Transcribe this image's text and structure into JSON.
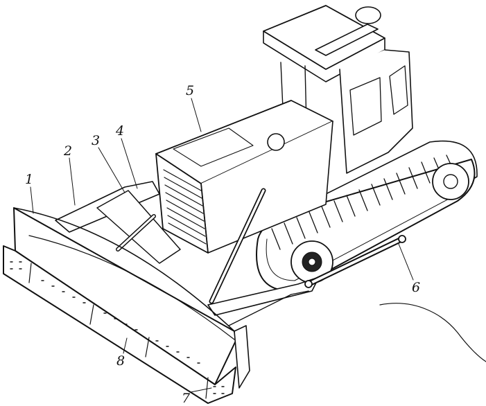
{
  "figure": {
    "ink_color": "#111111",
    "paper_color": "#ffffff",
    "callouts": [
      {
        "id": "c1",
        "label": "1"
      },
      {
        "id": "c2",
        "label": "2"
      },
      {
        "id": "c3",
        "label": "3"
      },
      {
        "id": "c4",
        "label": "4"
      },
      {
        "id": "c5",
        "label": "5"
      },
      {
        "id": "c6",
        "label": "6"
      },
      {
        "id": "c7",
        "label": "7"
      },
      {
        "id": "c8",
        "label": "8"
      }
    ]
  }
}
